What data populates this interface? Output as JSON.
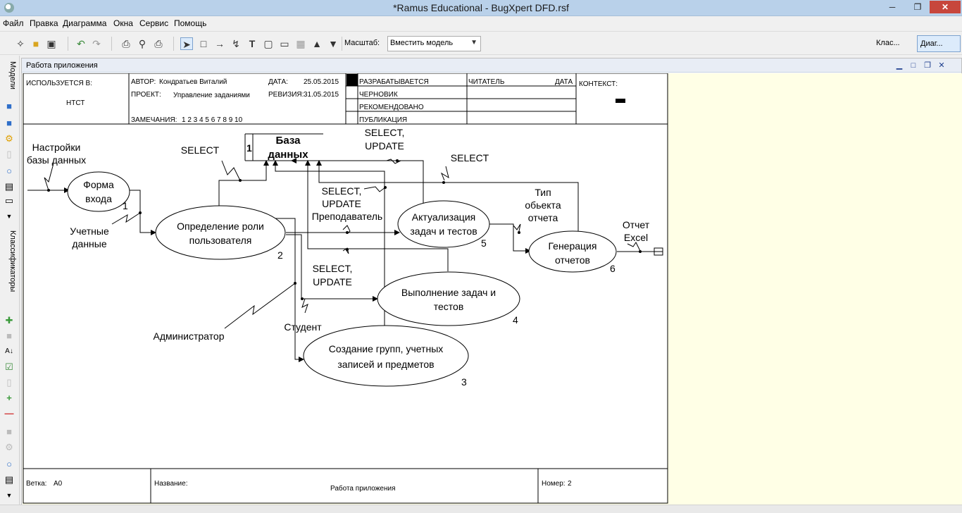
{
  "window": {
    "title": "*Ramus Educational - BugXpert DFD.rsf"
  },
  "menu": [
    "Файл",
    "Правка",
    "Диаграмма",
    "Окна",
    "Сервис",
    "Помощь"
  ],
  "toolbar": {
    "scale_label": "Масштаб:",
    "scale_value": "Вместить модель",
    "class_view": "Клас...",
    "diagram_view": "Диаг..."
  },
  "left_panel": {
    "models_tab": "Модели",
    "classifiers_tab": "Классификаторы"
  },
  "document": {
    "title": "Работа приложения"
  },
  "header": {
    "used_in_label": "ИСПОЛЬЗУЕТСЯ В:",
    "used_in_value": "НТСТ",
    "author_label": "АВТОР:",
    "author_value": "Кондратьев Виталий",
    "project_label": "ПРОЕКТ:",
    "project_value": "Управление заданиями",
    "date_label": "ДАТА:",
    "date_value": "25.05.2015",
    "revision_label": "РЕВИЗИЯ:",
    "revision_value": "31.05.2015",
    "notes_label": "ЗАМЕЧАНИЯ:",
    "notes_value": "1 2 3 4 5 6 7 8 9 10",
    "status_1": "РАЗРАБАТЫВАЕТСЯ",
    "status_2": "ЧЕРНОВИК",
    "status_3": "РЕКОМЕНДОВАНО",
    "status_4": "ПУБЛИКАЦИЯ",
    "reader_label": "ЧИТАТЕЛЬ",
    "reader_date_label": "ДАТА",
    "context_label": "КОНТЕКСТ:"
  },
  "footer": {
    "node_label": "Ветка:",
    "node_value": "A0",
    "name_label": "Название:",
    "name_value": "Работа приложения",
    "number_label": "Номер:",
    "number_value": "2"
  },
  "datastore": {
    "number": "1",
    "line1": "База",
    "line2": "данных"
  },
  "processes": [
    {
      "line1": "Форма",
      "line2": "входа",
      "number": "1"
    },
    {
      "line1": "Определение роли",
      "line2": "пользователя",
      "number": "2"
    },
    {
      "line1": "Создание групп, учетных",
      "line2": "записей и предметов",
      "number": "3"
    },
    {
      "line1": "Выполнение задач и",
      "line2": "тестов",
      "number": "4"
    },
    {
      "line1": "Актуализация",
      "line2": "задач и тестов",
      "number": "5"
    },
    {
      "line1": "Генерация",
      "line2": "отчетов",
      "number": "6"
    }
  ],
  "flows": {
    "settings_1": "Настройки",
    "settings_2": "базы данных",
    "credentials_1": "Учетные",
    "credentials_2": "данные",
    "select_a": "SELECT",
    "select_update_top_1": "SELECT,",
    "select_update_top_2": "UPDATE",
    "select_b": "SELECT",
    "select_update_mid_1": "SELECT,",
    "select_update_mid_2": "UPDATE",
    "teacher": "Преподаватель",
    "select_update_low_1": "SELECT,",
    "select_update_low_2": "UPDATE",
    "report_type_1": "Тип",
    "report_type_2": "обьекта",
    "report_type_3": "отчета",
    "report_out_1": "Отчет",
    "report_out_2": "Excel",
    "student": "Студент",
    "admin": "Администратор"
  },
  "colors": {
    "canvas": "#ffffe6",
    "titlebar": "#b9d1ea",
    "close": "#c7463c"
  }
}
